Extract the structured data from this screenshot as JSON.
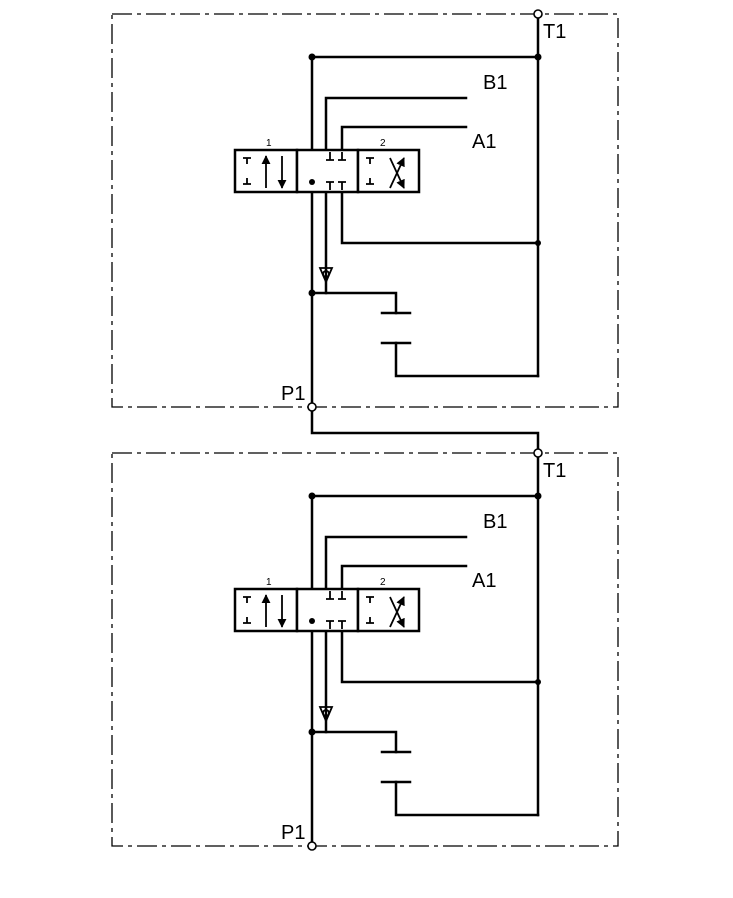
{
  "units": [
    {
      "ports": {
        "tank": "T1",
        "pressure": "P1",
        "port_b": "B1",
        "port_a": "A1"
      },
      "valve": {
        "position_1": "1",
        "position_2": "2"
      }
    },
    {
      "ports": {
        "tank": "T1",
        "pressure": "P1",
        "port_b": "B1",
        "port_a": "A1"
      },
      "valve": {
        "position_1": "1",
        "position_2": "2"
      }
    }
  ]
}
